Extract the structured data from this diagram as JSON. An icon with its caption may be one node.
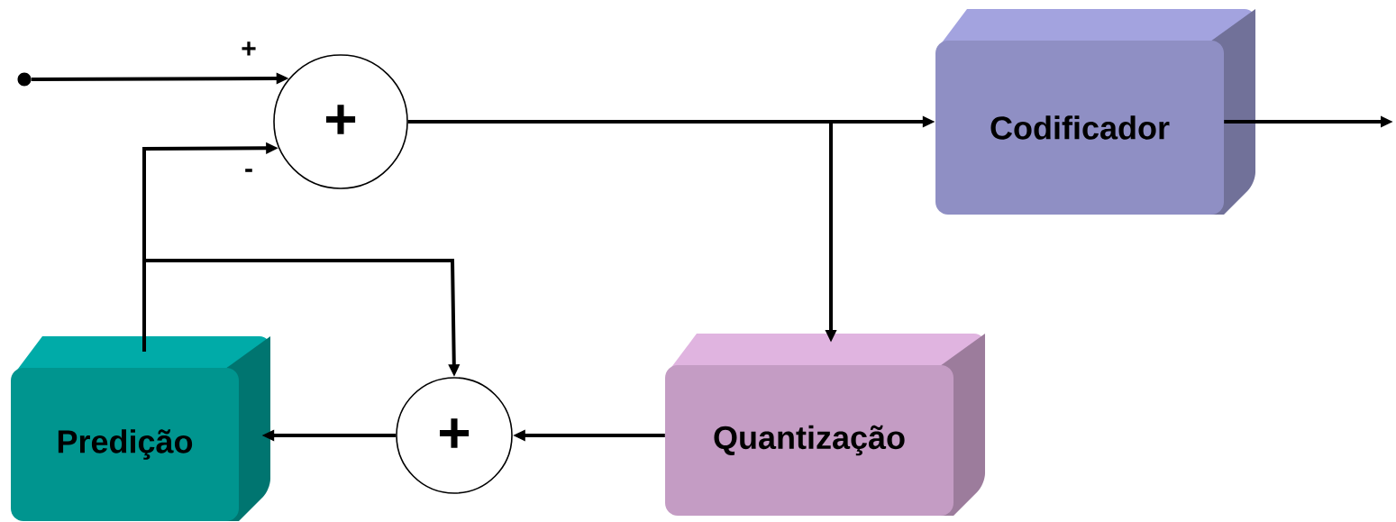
{
  "diagram": {
    "nodes": [
      {
        "text": [],
        "shape": "circle"
      },
      {
        "text": [
          "+"
        ]
      },
      {
        "text": [
          "Codificador"
        ]
      },
      {
        "text": [
          "Quantização"
        ]
      },
      {
        "text": [
          "+"
        ]
      },
      {
        "text": [
          "Predição"
        ]
      }
    ],
    "edges": [
      {
        "from": 0,
        "to": 1,
        "arrow": "to"
      },
      {
        "from": 1,
        "to": 2,
        "arrow": "to"
      },
      {
        "from": 1,
        "to": 3,
        "arrow": "to"
      },
      {
        "from": 2,
        "to": null,
        "arrow": "to"
      },
      {
        "from": 3,
        "to": 4,
        "arrow": "to"
      },
      {
        "from": 4,
        "to": 5,
        "arrow": "to"
      },
      {
        "from": 5,
        "to": 1,
        "arrow": "to"
      },
      {
        "from": 5,
        "to": 4,
        "arrow": "to"
      }
    ],
    "labels": [
      "+",
      "-"
    ]
  }
}
